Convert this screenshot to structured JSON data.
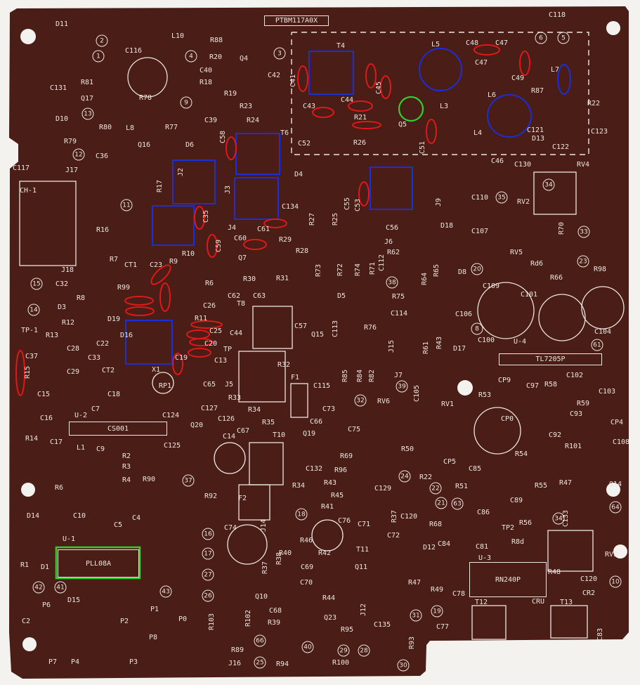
{
  "board": {
    "part_number": "PTBM117A0X",
    "colors": {
      "board": "#4a1d16",
      "silkscreen": "#ece6e0",
      "blue_marker": "#1a2fd6",
      "red_marker": "#e01818",
      "green_marker": "#2fd030"
    }
  },
  "ic_labels": {
    "u1": "PLL08A",
    "u2": "CS001",
    "u3": "RN240P",
    "u4": "TL7205P"
  },
  "silkscreen_labels": [
    "D11",
    "L10",
    "C118",
    "R88",
    "R20",
    "Q4",
    "C40",
    "R18",
    "C42",
    "T4",
    "C48",
    "C47",
    "L5",
    "C49",
    "R87",
    "L7",
    "C116",
    "R81",
    "C131",
    "R78",
    "Q17",
    "R19",
    "R23",
    "C41",
    "C44",
    "C45",
    "C43",
    "R21",
    "Q5",
    "L3",
    "L6",
    "R22",
    "D10",
    "R80",
    "R77",
    "C39",
    "R24",
    "L8",
    "Q16",
    "R79",
    "T6",
    "C58",
    "D6",
    "C52",
    "R26",
    "C51",
    "L4",
    "D13",
    "C121",
    "C122",
    "C123",
    "C46",
    "C130",
    "RV4",
    "J17",
    "CH-1",
    "C117",
    "C36",
    "R17",
    "J2",
    "J3",
    "D4",
    "C55",
    "C53",
    "J9",
    "R16",
    "J4",
    "C61",
    "R27",
    "R25",
    "C56",
    "D18",
    "C110",
    "RV2",
    "R70",
    "C107",
    "C35",
    "C134",
    "C60",
    "R29",
    "R28",
    "R10",
    "C59",
    "Q7",
    "J6",
    "R62",
    "RV5",
    "Rd6",
    "R98",
    "J18",
    "C32",
    "R8",
    "R9",
    "C23",
    "CT1",
    "R7",
    "R30",
    "R31",
    "R73",
    "R72",
    "R74",
    "R71",
    "C112",
    "R64",
    "R65",
    "D8",
    "C109",
    "C101",
    "R6",
    "R99",
    "D3",
    "C62",
    "C63",
    "T8",
    "D5",
    "R75",
    "C114",
    "C26",
    "C25",
    "R11",
    "R12",
    "R13",
    "TP-1",
    "D16",
    "C22",
    "C28",
    "C33",
    "C37",
    "C29",
    "CT2",
    "X1",
    "C20",
    "C13",
    "C19",
    "C44",
    "TP",
    "C57",
    "Q15",
    "C113",
    "R76",
    "J15",
    "R61",
    "R43",
    "D17",
    "C100",
    "U-4",
    "C106",
    "C104",
    "R32",
    "C115",
    "R85",
    "R84",
    "R82",
    "J7",
    "C105",
    "C102",
    "CP9",
    "C97",
    "R58",
    "R15",
    "C15",
    "C18",
    "C7",
    "U-2",
    "R14",
    "C17",
    "C16",
    "RP1",
    "C65",
    "J5",
    "R33",
    "R34",
    "C127",
    "F1",
    "C73",
    "C66",
    "RV6",
    "RV1",
    "R53",
    "CP0",
    "C93",
    "R59",
    "C103",
    "CP4",
    "R35",
    "C67",
    "T10",
    "Q20",
    "C124",
    "C126",
    "C14",
    "L1",
    "C9",
    "R2",
    "R3",
    "R4",
    "C125",
    "Q19",
    "C75",
    "R69",
    "R50",
    "CP5",
    "C85",
    "R54",
    "C108",
    "R101",
    "C92",
    "R96",
    "R43",
    "R45",
    "R41",
    "C132",
    "R34",
    "R51",
    "R47",
    "R55",
    "Q14",
    "R90",
    "C129",
    "R22",
    "R6",
    "C10",
    "R92",
    "F2",
    "C5",
    "C4",
    "D14",
    "R37",
    "C120",
    "C86",
    "C89",
    "R56",
    "C133",
    "C74",
    "J14",
    "C76",
    "C71",
    "R68",
    "TP2",
    "R8d",
    "C84",
    "C81",
    "RV3",
    "U-3",
    "R48",
    "C120",
    "R46",
    "R42",
    "R40",
    "C72",
    "T11",
    "D12",
    "R1",
    "U-1",
    "D1",
    "R37",
    "R38",
    "C69",
    "Q11",
    "R47",
    "R49",
    "C78",
    "D15",
    "C70",
    "R44",
    "Q10",
    "C68",
    "R39",
    "Q23",
    "J12",
    "C135",
    "C77",
    "T12",
    "CRU",
    "T13",
    "CR2",
    "C83",
    "R102",
    "R103",
    "C2",
    "P6",
    "P1",
    "P2",
    "P0",
    "P8",
    "P7",
    "P4",
    "P3",
    "R89",
    "J16",
    "R94",
    "R95",
    "R93",
    "R100",
    "D19",
    "R66",
    "C47"
  ],
  "pad_numbers": [
    "1",
    "2",
    "4",
    "3",
    "9",
    "6",
    "5",
    "12",
    "13",
    "11",
    "15",
    "14",
    "38",
    "20",
    "23",
    "34",
    "35",
    "33",
    "8",
    "61",
    "39",
    "32",
    "24",
    "22",
    "21",
    "63",
    "34",
    "64",
    "10",
    "18",
    "16",
    "17",
    "27",
    "26",
    "43",
    "42",
    "41",
    "37",
    "40",
    "66",
    "25",
    "30",
    "31",
    "19",
    "29",
    "28"
  ]
}
